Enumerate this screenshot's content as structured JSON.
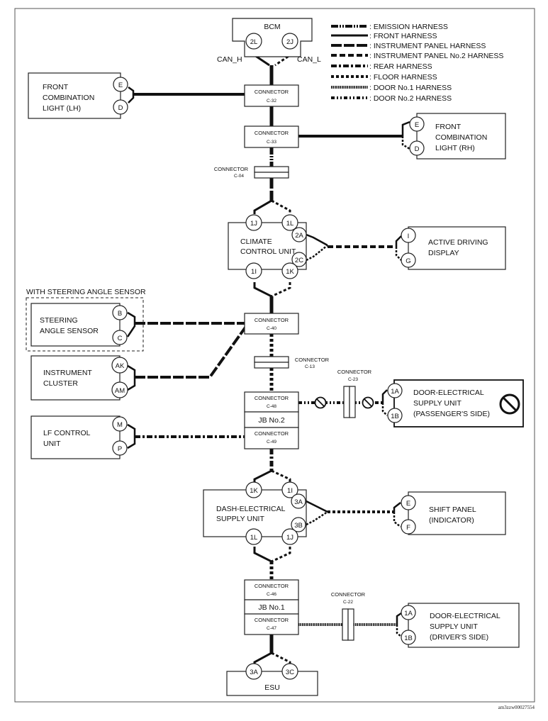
{
  "legend": [
    {
      "key": "emission",
      "label": ": EMISSION HARNESS"
    },
    {
      "key": "front",
      "label": ": FRONT HARNESS"
    },
    {
      "key": "ip",
      "label": ": INSTRUMENT PANEL HARNESS"
    },
    {
      "key": "ip2",
      "label": ": INSTRUMENT PANEL No.2 HARNESS"
    },
    {
      "key": "rear",
      "label": ": REAR HARNESS"
    },
    {
      "key": "floor",
      "label": ": FLOOR HARNESS"
    },
    {
      "key": "door1",
      "label": ": DOOR No.1 HARNESS"
    },
    {
      "key": "door2",
      "label": ": DOOR No.2 HARNESS"
    }
  ],
  "bcm": {
    "label": "BCM",
    "pin_left": "2L",
    "pin_right": "2J",
    "can_h": "CAN_H",
    "can_l": "CAN_L"
  },
  "front_light_lh": {
    "line1": "FRONT",
    "line2": "COMBINATION",
    "line3": "LIGHT (LH)",
    "pin_top": "E",
    "pin_bottom": "D"
  },
  "front_light_rh": {
    "line1": "FRONT",
    "line2": "COMBINATION",
    "line3": "LIGHT (RH)",
    "pin_top": "E",
    "pin_bottom": "D"
  },
  "connectors": {
    "word": "CONNECTOR",
    "c32": "C-32",
    "c33": "C-33",
    "c04": "C-04",
    "c40": "C-40",
    "c13": "C-13",
    "c48": "C-48",
    "c23": "C-23",
    "c49": "C-49",
    "c46": "C-46",
    "c47": "C-47",
    "c22": "C-22"
  },
  "climate": {
    "line1": "CLIMATE",
    "line2": "CONTROL UNIT",
    "pin_tl": "1J",
    "pin_tr": "1L",
    "pin_r1": "2A",
    "pin_r2": "2C",
    "pin_bl": "1I",
    "pin_br": "1K"
  },
  "active_display": {
    "line1": "ACTIVE DRIVING",
    "line2": "DISPLAY",
    "pin_top": "I",
    "pin_bottom": "G"
  },
  "steering": {
    "option_label": "WITH STEERING ANGLE SENSOR",
    "line1": "STEERING",
    "line2": "ANGLE SENSOR",
    "pin_top": "B",
    "pin_bottom": "C"
  },
  "cluster": {
    "line1": "INSTRUMENT",
    "line2": "CLUSTER",
    "pin_top": "AK",
    "pin_bottom": "AM"
  },
  "jb2": {
    "label": "JB No.2"
  },
  "door_passenger": {
    "line1": "DOOR-ELECTRICAL",
    "line2": "SUPPLY UNIT",
    "line3": "(PASSENGER'S SIDE)",
    "pin_top": "1A",
    "pin_bottom": "1B"
  },
  "lf_control": {
    "line1": "LF CONTROL",
    "line2": "UNIT",
    "pin_top": "M",
    "pin_bottom": "P"
  },
  "dash": {
    "line1": "DASH-ELECTRICAL",
    "line2": "SUPPLY UNIT",
    "pin_tl": "1K",
    "pin_tr": "1I",
    "pin_r1": "3A",
    "pin_r2": "3B",
    "pin_bl": "1L",
    "pin_br": "1J"
  },
  "shift_panel": {
    "line1": "SHIFT PANEL",
    "line2": "(INDICATOR)",
    "pin_top": "E",
    "pin_bottom": "F"
  },
  "jb1": {
    "label": "JB No.1"
  },
  "door_driver": {
    "line1": "DOOR-ELECTRICAL",
    "line2": "SUPPLY UNIT",
    "line3": "(DRIVER'S SIDE)",
    "pin_top": "1A",
    "pin_bottom": "1B"
  },
  "esu": {
    "label": "ESU",
    "pin_left": "3A",
    "pin_right": "3C"
  },
  "image_code": "am3zzw00027554"
}
